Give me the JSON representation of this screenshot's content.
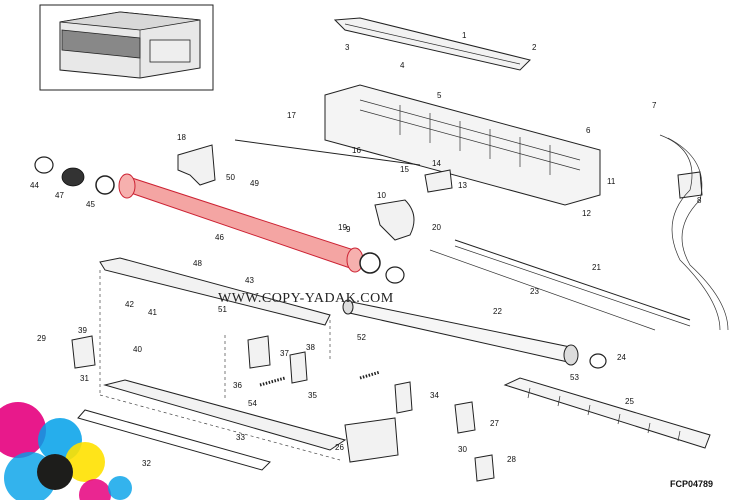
{
  "watermark": "WWW.COPY-YADAK.COM",
  "figure_code": "FCP04789",
  "callouts": [
    "1",
    "2",
    "3",
    "4",
    "5",
    "6",
    "7",
    "8",
    "9",
    "10",
    "11",
    "12",
    "13",
    "14",
    "15",
    "16",
    "17",
    "18",
    "19",
    "20",
    "21",
    "22",
    "23",
    "24",
    "25",
    "26",
    "27",
    "28",
    "29",
    "30",
    "31",
    "32",
    "33",
    "34",
    "35",
    "36",
    "37",
    "38",
    "39",
    "40",
    "41",
    "42",
    "43",
    "44",
    "45",
    "46",
    "47",
    "48",
    "49",
    "50",
    "51",
    "52",
    "53",
    "54"
  ],
  "highlight_color": "#f4a5a3",
  "brand_colors": [
    "#e6007e",
    "#00a0e9",
    "#ffe100",
    "#1d1d1b"
  ]
}
